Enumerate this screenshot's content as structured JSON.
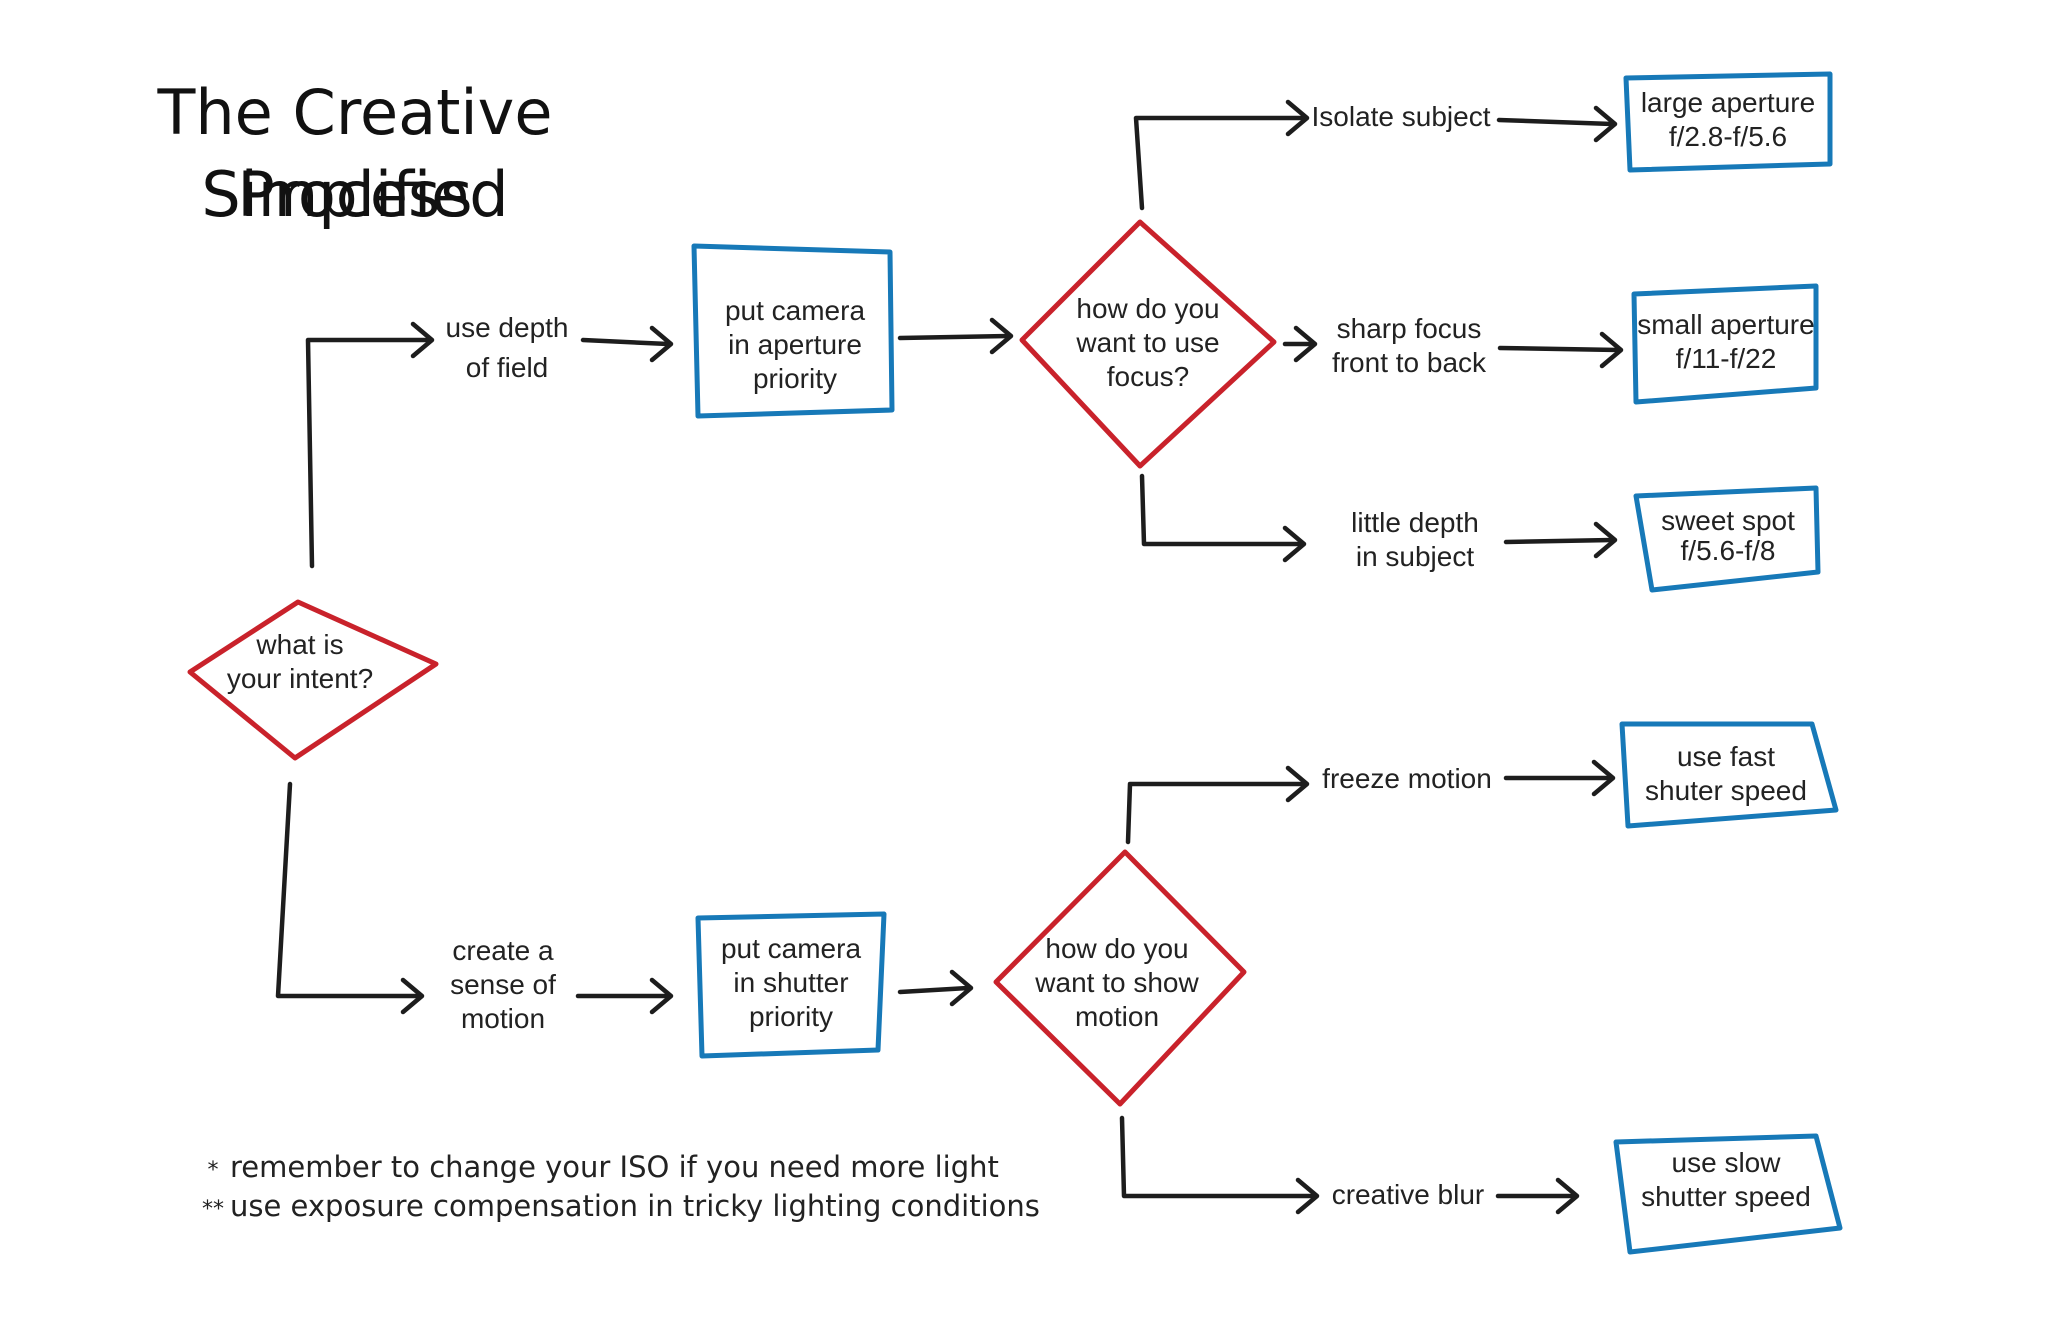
{
  "title": {
    "line1": "The Creative Process",
    "line2": "Simplified"
  },
  "colors": {
    "line": "#1d1d1d",
    "decision": "#c9222b",
    "action": "#1779b8"
  },
  "decisions": {
    "intent": {
      "line1": "what is",
      "line2": "your intent?"
    },
    "focus": {
      "line1": "how do you",
      "line2": "want to use",
      "line3": "focus?"
    },
    "motion": {
      "line1": "how do you",
      "line2": "want to show",
      "line3": "motion"
    }
  },
  "branches": {
    "depth_of_field": {
      "line1": "use depth",
      "line2": "of field"
    },
    "sense_of_motion": {
      "line1": "create a",
      "line2": "sense of",
      "line3": "motion"
    },
    "isolate_subject": {
      "line1": "Isolate subject"
    },
    "sharp_focus": {
      "line1": "sharp focus",
      "line2": "front to back"
    },
    "little_depth": {
      "line1": "little depth",
      "line2": "in subject"
    },
    "freeze_motion": {
      "line1": "freeze motion"
    },
    "creative_blur": {
      "line1": "creative blur"
    }
  },
  "actions": {
    "aperture_priority": {
      "line1": "put camera",
      "line2": "in aperture",
      "line3": "priority"
    },
    "shutter_priority": {
      "line1": "put camera",
      "line2": "in shutter",
      "line3": "priority"
    },
    "large_aperture": {
      "line1": "large aperture",
      "line2": "f/2.8-f/5.6"
    },
    "small_aperture": {
      "line1": "small aperture",
      "line2": "f/11-f/22"
    },
    "sweet_spot": {
      "line1": "sweet spot",
      "line2": "f/5.6-f/8"
    },
    "fast_shutter": {
      "line1": "use fast",
      "line2": "shuter speed"
    },
    "slow_shutter": {
      "line1": "use slow",
      "line2": "shutter speed"
    }
  },
  "notes": [
    {
      "mark": "*",
      "text": "remember to change your ISO if you need more light"
    },
    {
      "mark": "**",
      "text": "use exposure compensation in tricky lighting conditions"
    }
  ]
}
